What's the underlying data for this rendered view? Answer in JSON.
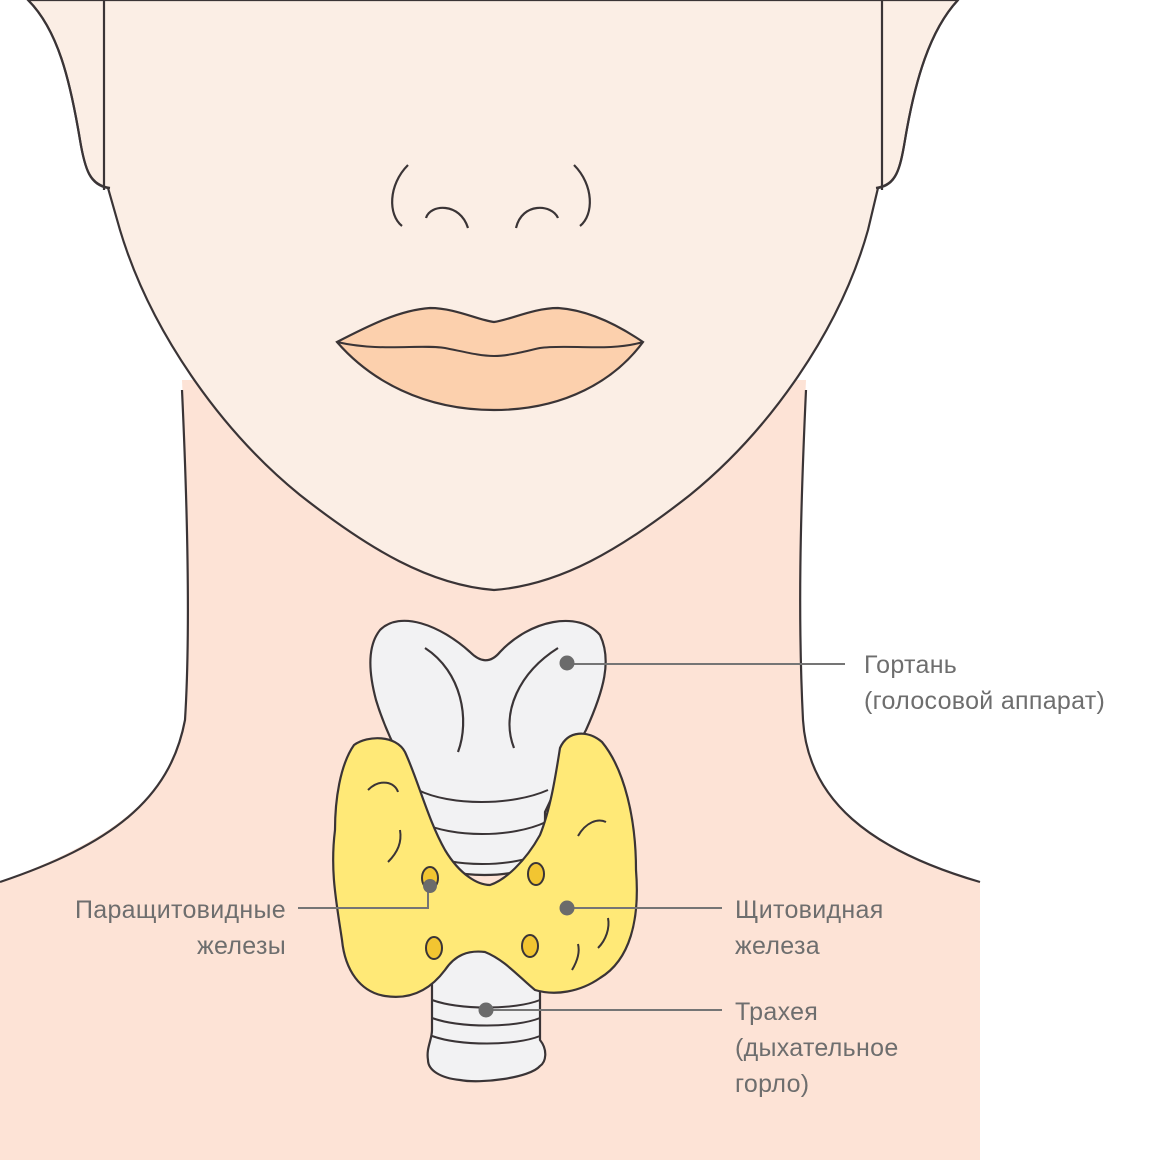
{
  "colors": {
    "outline": "#3a3436",
    "face": "#fbeee5",
    "neck": "#fde3d6",
    "lips": "#fcd0ad",
    "larynx": "#f2f2f3",
    "thyroid": "#ffe977",
    "parathyroid": "#f2c531",
    "pointer": "#757575",
    "label": "#6e6e6e"
  },
  "labels": {
    "larynx": {
      "line1": "Гортань",
      "line2": "(голосовой аппарат)"
    },
    "thyroid": {
      "line1": "Щитовидная",
      "line2": "железа"
    },
    "trachea": {
      "line1": "Трахея",
      "line2": "(дыхательное",
      "line3": "горло)"
    },
    "parathyroid": {
      "line1": "Паращитовидные",
      "line2": "железы"
    }
  }
}
